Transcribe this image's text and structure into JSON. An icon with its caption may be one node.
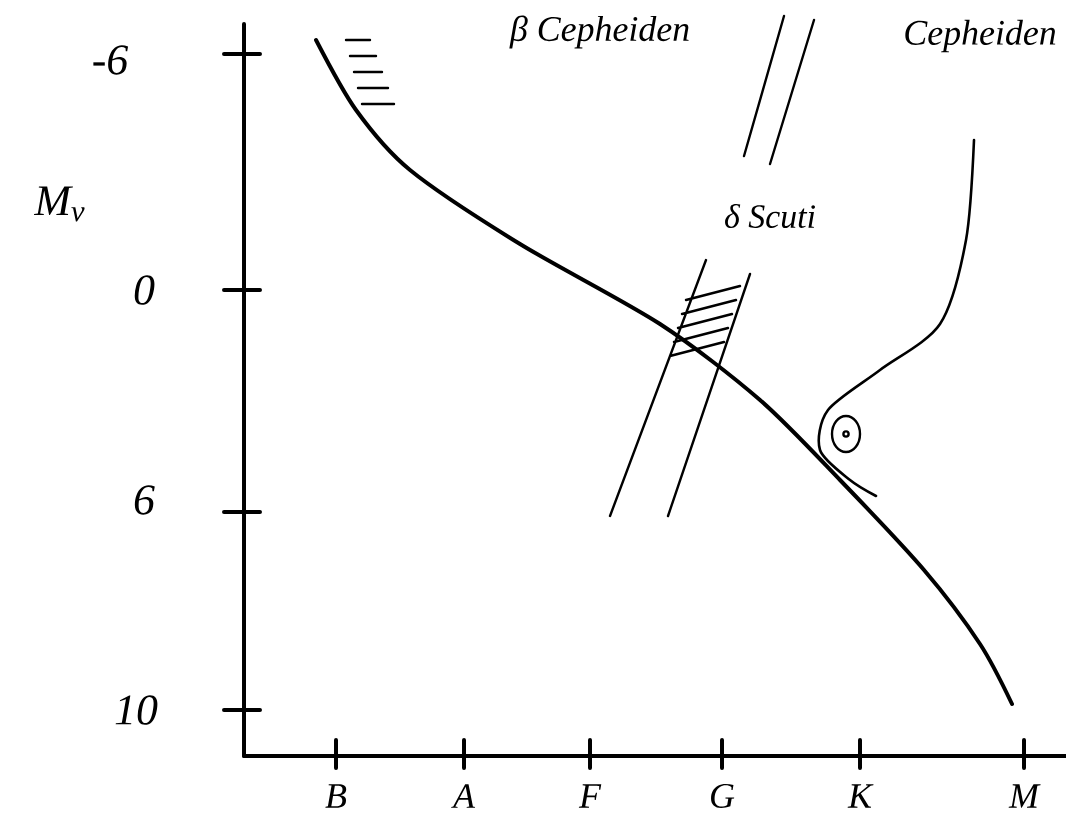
{
  "diagram": {
    "labels": [
      "-6",
      "β Cepheiden",
      "Cepheiden",
      "M$_{v}$",
      "δ Scuti",
      "0",
      "6",
      "10",
      "B",
      "A",
      "F",
      "G",
      "K",
      "M"
    ]
  }
}
